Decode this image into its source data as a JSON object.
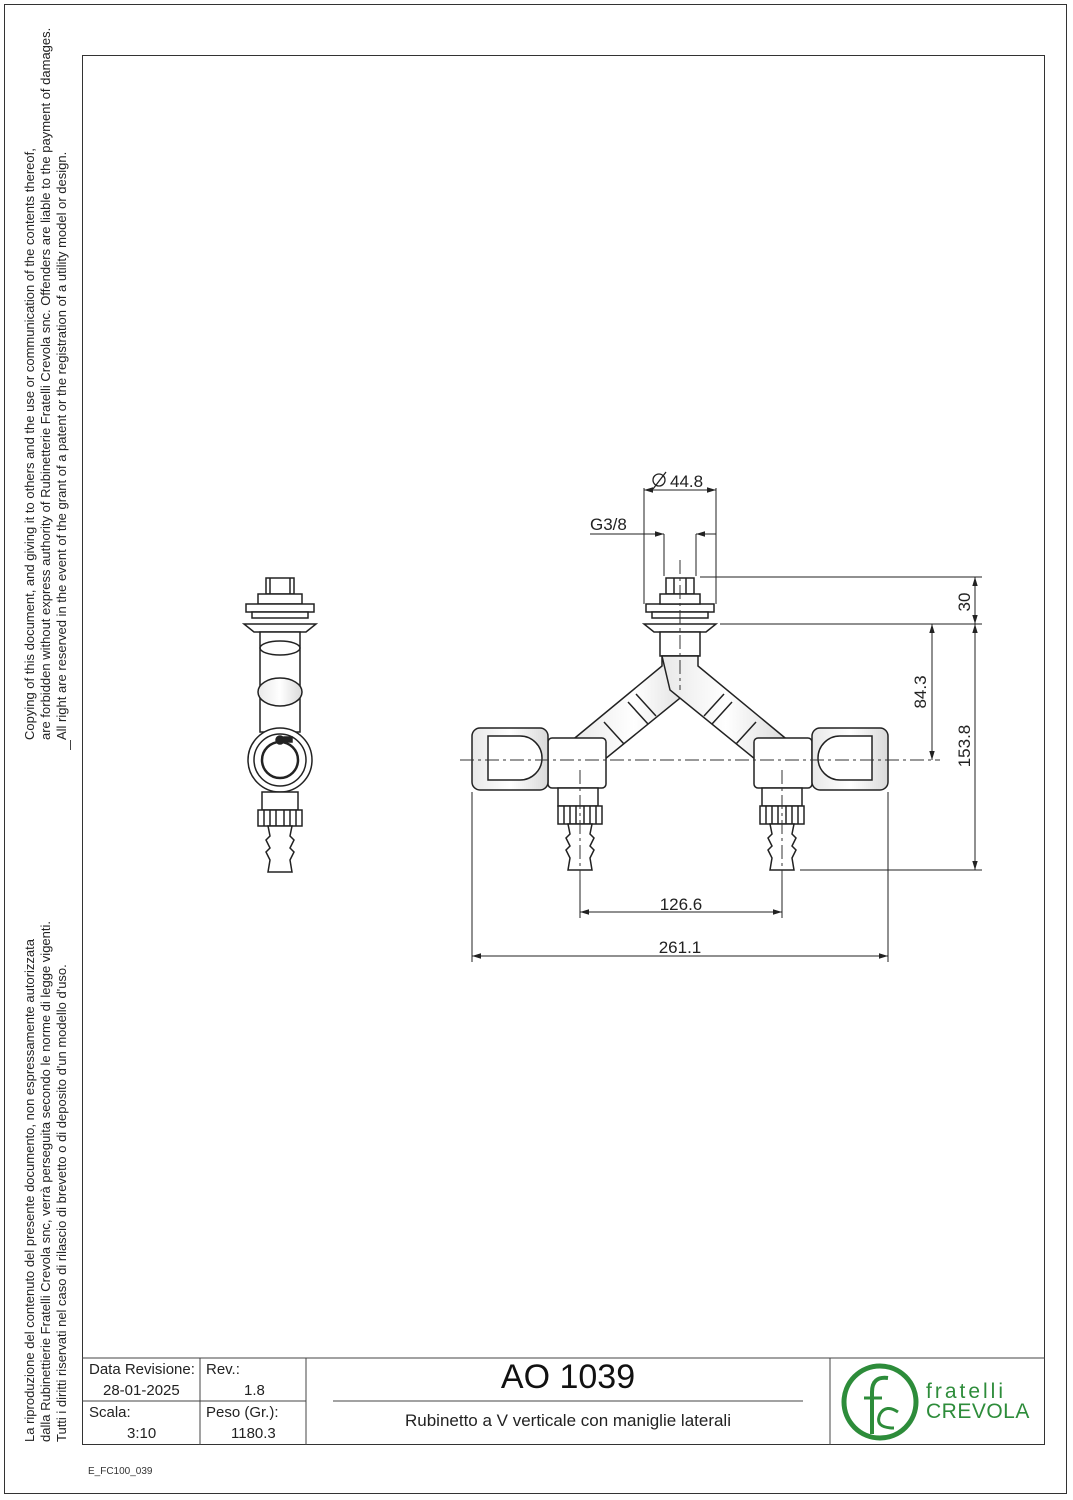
{
  "notice_en": {
    "line1": "Copying of this document, and giving it to others and the use or communication of the contents thereof,",
    "line2": "are forbidden without express authority of Rubinetterie Fratelli Crevola snc. Offenders are liable to the payment of damages.",
    "line3": "All right are reserved in the event of the grant of a patent or the registration of a utility model or design."
  },
  "notice_it": {
    "line1": "La riproduzione del contenuto del presente documento, non espressamente autorizzata",
    "line2": "dalla Rubinettierie Fratelli Crevola snc, verrà perseguita secondo le norme di legge vigenti.",
    "line3": "Tutti i diritti riservati nel caso di rilascio di brevetto o di deposito d'un modello d'uso."
  },
  "dimensions": {
    "diameter": "44.8",
    "thread": "G3/8",
    "top_height": "30",
    "handle_axis_height": "84.3",
    "total_height": "153.8",
    "outlet_spacing": "126.6",
    "total_width": "261.1"
  },
  "title_block": {
    "revision_date_label": "Data Revisione:",
    "revision_date": "28-01-2025",
    "rev_label": "Rev.:",
    "rev": "1.8",
    "scale_label": "Scala:",
    "scale": "3:10",
    "weight_label": "Peso (Gr.):",
    "weight": "1180.3",
    "code": "AO 1039",
    "description": "Rubinetto a V verticale con maniglie laterali"
  },
  "logo": {
    "line1": "fratelli",
    "line2": "CREVOLA",
    "color": "#2d8c3a"
  },
  "doc_id": "E_FC100_039"
}
